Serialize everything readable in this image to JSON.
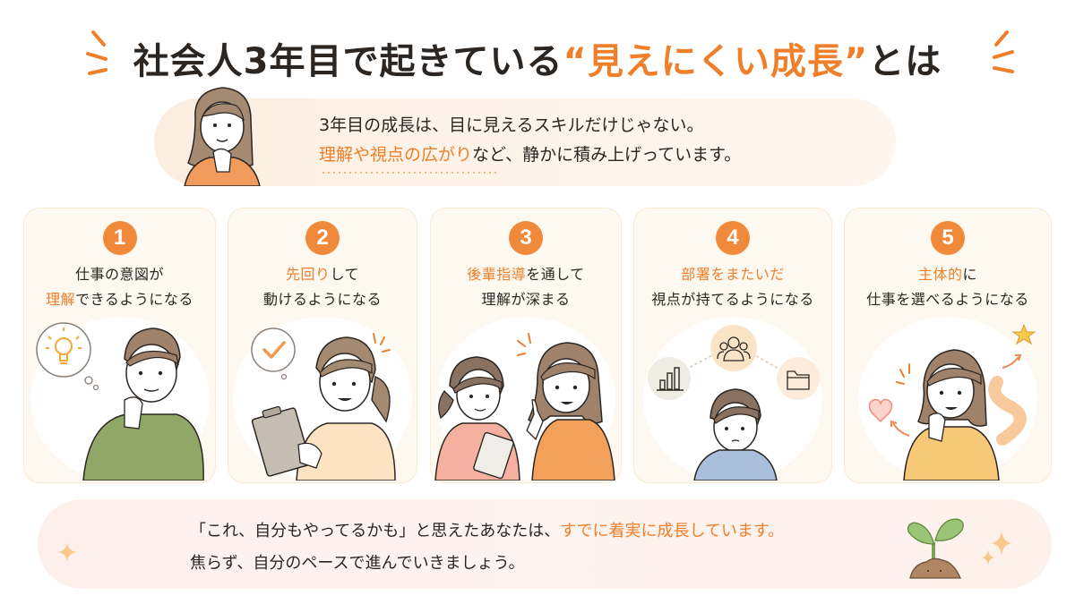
{
  "title": {
    "prefix": "社会人3年目で起きている",
    "open_quote": "“",
    "highlight": "見えにくい成長",
    "close_quote": "”",
    "suffix": "とは"
  },
  "intro": {
    "line1": "3年目の成長は、目に見えるスキルだけじゃない。",
    "line2_highlight": "理解や視点の広がり",
    "line2_rest": "など、静かに積み上げっています。"
  },
  "cards": [
    {
      "number": "1",
      "line1_plain": "仕事の意図が",
      "line2_highlight": "理解",
      "line2_rest": "できるようになる",
      "illustration": "man-thinking-lightbulb",
      "icons": [
        "lightbulb-icon"
      ]
    },
    {
      "number": "2",
      "line1_highlight": "先回り",
      "line1_rest": "して",
      "line2_plain": "動けるようになる",
      "illustration": "woman-with-clipboard",
      "icons": [
        "check-icon"
      ]
    },
    {
      "number": "3",
      "line1_highlight": "後輩指導",
      "line1_rest": "を通して",
      "line2_plain": "理解が深まる",
      "illustration": "two-women-mentoring",
      "icons": []
    },
    {
      "number": "4",
      "line1_highlight": "部署をまたいだ",
      "line2_plain": "視点が持てるようになる",
      "illustration": "boy-thinking-departments",
      "icons": [
        "bar-chart-icon",
        "people-icon",
        "folder-icon"
      ]
    },
    {
      "number": "5",
      "line1_highlight": "主体的",
      "line1_rest": "に",
      "line2_plain": "仕事を選べるようになる",
      "illustration": "woman-choosing-path",
      "icons": [
        "heart-icon",
        "star-icon"
      ]
    }
  ],
  "footer": {
    "line1_plain": "「これ、自分もやってるかも」と思えたあなたは、",
    "line1_highlight": "すでに着実に成長しています。",
    "line2": "焦らず、自分のペースで進んでいきましょう。",
    "icons": [
      "sprout-icon",
      "sparkle-icon"
    ]
  },
  "colors": {
    "accent": "#ef7f2a",
    "badge": "#f0893a",
    "text": "#2b2622",
    "card_bg": "#fdf8f0",
    "intro_bg": "#fbeee0",
    "footer_bg": "#fdf0ec"
  }
}
